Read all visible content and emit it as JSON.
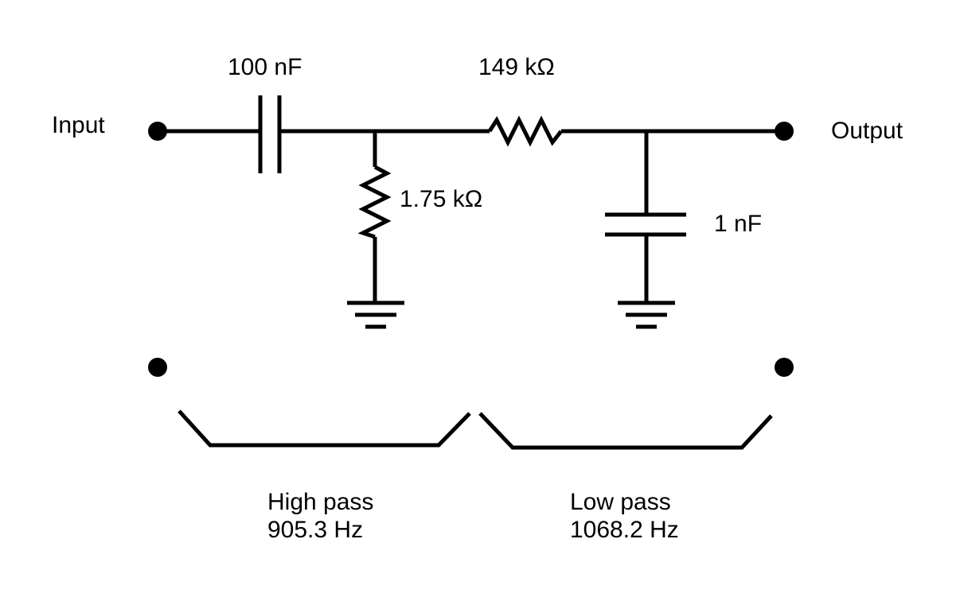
{
  "labels": {
    "input": "Input",
    "output": "Output",
    "c1": "100 nF",
    "r1": "1.75 kΩ",
    "r2": "149 kΩ",
    "c2": "1 nF"
  },
  "sections": {
    "high_pass": {
      "name": "High pass",
      "frequency": "905.3 Hz"
    },
    "low_pass": {
      "name": "Low pass",
      "frequency": "1068.2 Hz"
    }
  },
  "colors": {
    "ink": "#000000",
    "background": "#ffffff"
  }
}
